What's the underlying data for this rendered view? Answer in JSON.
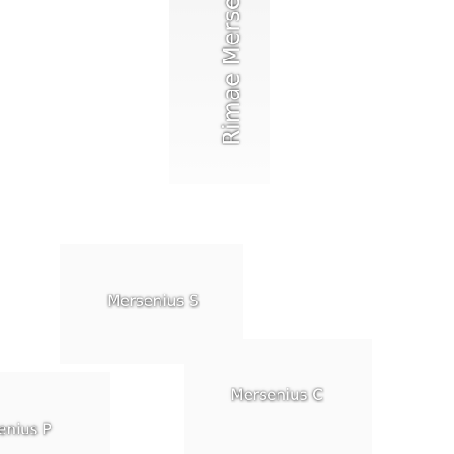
{
  "map": {
    "labels": {
      "rimae_mersenius": "Rimae Mersen",
      "mersenius_s": "Mersenius S",
      "mersenius_c": "Mersenius C",
      "mersenius_p": "senius P"
    },
    "colors": {
      "background": "#ffffff",
      "label_text": "#ffffff",
      "label_halo": "#000000"
    }
  }
}
